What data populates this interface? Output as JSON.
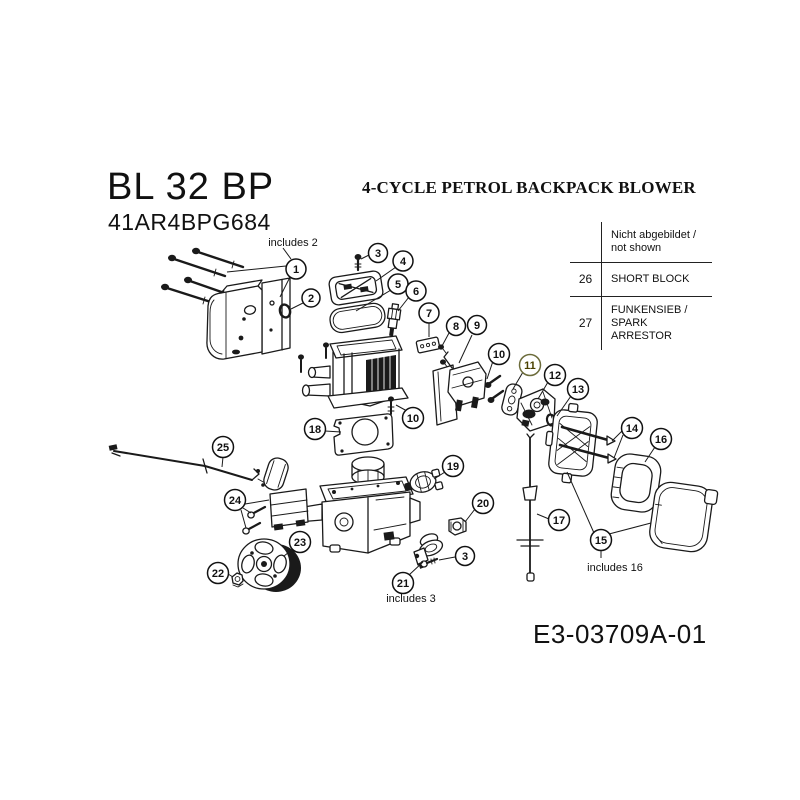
{
  "header": {
    "model": "BL 32 BP",
    "model_code": "41AR4BPG684",
    "product_title": "4-CYCLE PETROL BACKPACK BLOWER"
  },
  "not_shown_table": {
    "header_line1": "Nicht abgebildet /",
    "header_line2": "not shown",
    "rows": [
      {
        "number": "26",
        "line1": "SHORT BLOCK",
        "line2": ""
      },
      {
        "number": "27",
        "line1": "FUNKENSIEB /",
        "line2": "SPARK ARRESTOR"
      }
    ]
  },
  "diagram": {
    "highlight_color": "#F2DF4E",
    "highlighted_callout": "11",
    "notes": {
      "includes2": "includes 2",
      "includes3": "includes 3",
      "includes16": "includes 16"
    },
    "callouts": {
      "c1": "1",
      "c2": "2",
      "c3a": "3",
      "c4": "4",
      "c5": "5",
      "c6": "6",
      "c7": "7",
      "c8": "8",
      "c9": "9",
      "c10a": "10",
      "c11": "11",
      "c12": "12",
      "c13": "13",
      "c14": "14",
      "c15": "15",
      "c16": "16",
      "c17": "17",
      "c18": "18",
      "c10b": "10",
      "c19": "19",
      "c20": "20",
      "c21": "21",
      "c3b": "3",
      "c22": "22",
      "c23": "23",
      "c24": "24",
      "c25": "25"
    }
  },
  "footer": {
    "document_number": "E3-03709A-01"
  }
}
